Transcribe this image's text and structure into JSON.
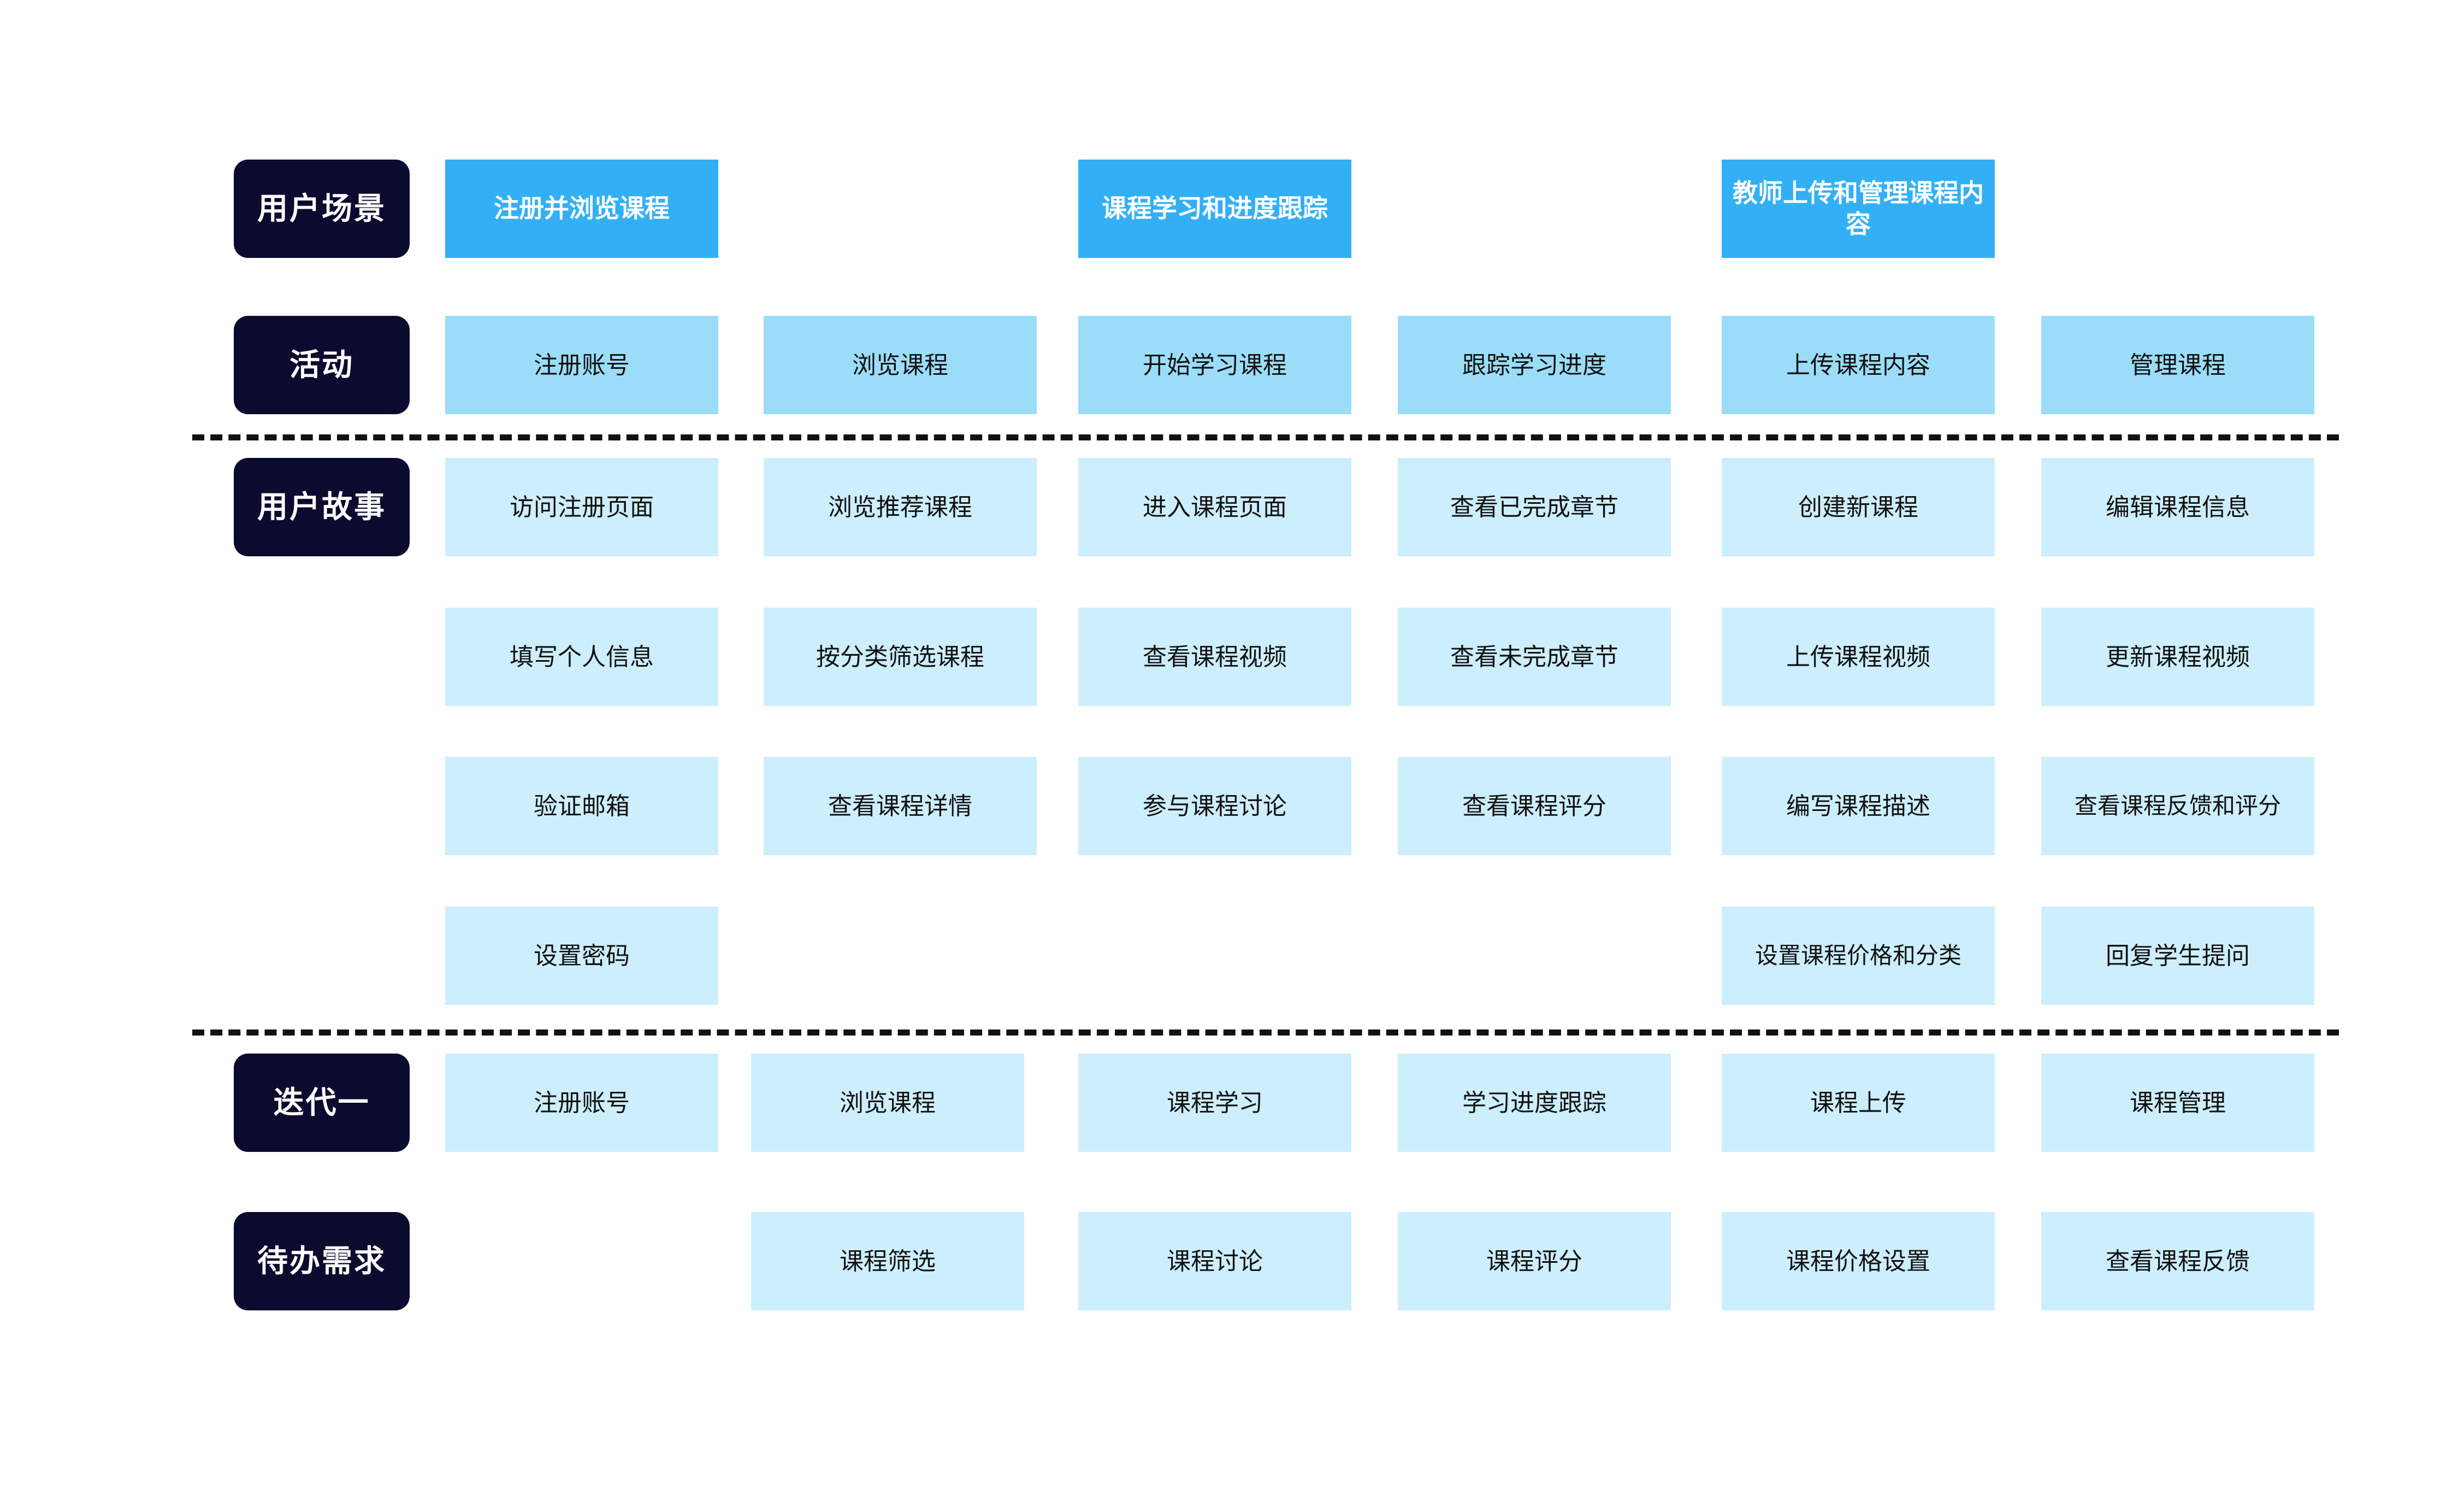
{
  "meta": {
    "title": "用户故事地图",
    "colors": {
      "label_chip": "#0A0B2E",
      "scenario": "#33B0F5",
      "activity": "#9BDDF9",
      "story": "#CDEEFD",
      "divider": "#111111",
      "background": "#FFFFFF"
    }
  },
  "rows": {
    "scenario": {
      "label": "用户场景",
      "cards": [
        {
          "text": "注册并浏览课程",
          "col": 0
        },
        {
          "text": "课程学习和进度跟踪",
          "col": 2
        },
        {
          "text": "教师上传和管理课程内容",
          "col": 4
        }
      ]
    },
    "activity": {
      "label": "活动",
      "cards": [
        {
          "text": "注册账号",
          "col": 0
        },
        {
          "text": "浏览课程",
          "col": 1
        },
        {
          "text": "开始学习课程",
          "col": 2
        },
        {
          "text": "跟踪学习进度",
          "col": 3
        },
        {
          "text": "上传课程内容",
          "col": 4
        },
        {
          "text": "管理课程",
          "col": 5
        }
      ]
    },
    "story": {
      "label": "用户故事",
      "lines": [
        [
          {
            "text": "访问注册页面",
            "col": 0
          },
          {
            "text": "浏览推荐课程",
            "col": 1
          },
          {
            "text": "进入课程页面",
            "col": 2
          },
          {
            "text": "查看已完成章节",
            "col": 3
          },
          {
            "text": "创建新课程",
            "col": 4
          },
          {
            "text": "编辑课程信息",
            "col": 5
          }
        ],
        [
          {
            "text": "填写个人信息",
            "col": 0
          },
          {
            "text": "按分类筛选课程",
            "col": 1
          },
          {
            "text": "查看课程视频",
            "col": 2
          },
          {
            "text": "查看未完成章节",
            "col": 3
          },
          {
            "text": "上传课程视频",
            "col": 4
          },
          {
            "text": "更新课程视频",
            "col": 5
          }
        ],
        [
          {
            "text": "验证邮箱",
            "col": 0
          },
          {
            "text": "查看课程详情",
            "col": 1
          },
          {
            "text": "参与课程讨论",
            "col": 2
          },
          {
            "text": "查看课程评分",
            "col": 3
          },
          {
            "text": "编写课程描述",
            "col": 4
          },
          {
            "text": "查看课程反馈和评分",
            "col": 5
          }
        ],
        [
          {
            "text": "设置密码",
            "col": 0
          },
          {
            "text": "设置课程价格和分类",
            "col": 4
          },
          {
            "text": "回复学生提问",
            "col": 5
          }
        ]
      ]
    },
    "iteration": {
      "label": "迭代一",
      "cards": [
        {
          "text": "注册账号",
          "col": 0
        },
        {
          "text": "浏览课程",
          "col": 1
        },
        {
          "text": "课程学习",
          "col": 2
        },
        {
          "text": "学习进度跟踪",
          "col": 3
        },
        {
          "text": "课程上传",
          "col": 4
        },
        {
          "text": "课程管理",
          "col": 5
        }
      ]
    },
    "backlog": {
      "label": "待办需求",
      "cards": [
        {
          "text": "课程筛选",
          "col": 1
        },
        {
          "text": "课程讨论",
          "col": 2
        },
        {
          "text": "课程评分",
          "col": 3
        },
        {
          "text": "课程价格设置",
          "col": 4
        },
        {
          "text": "查看课程反馈",
          "col": 5
        }
      ]
    }
  }
}
